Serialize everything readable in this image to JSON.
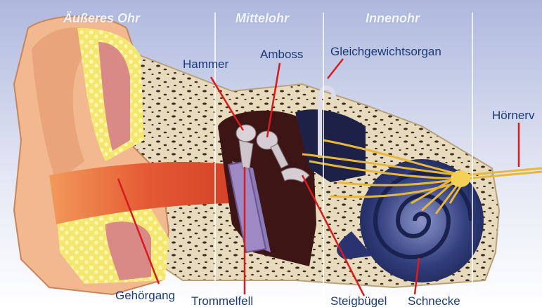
{
  "sections": {
    "outer": "Äußeres Ohr",
    "middle": "Mittelohr",
    "inner": "Innenohr"
  },
  "labels": {
    "hammer": "Hammer",
    "amboss": "Amboss",
    "gleichgewicht": "Gleichgewichtsorgan",
    "hoernerv": "Hörnerv",
    "gehoergang": "Gehörgang",
    "trommelfell": "Trommelfell",
    "steigbuegel": "Steigbügel",
    "schnecke": "Schnecke"
  },
  "colors": {
    "sky_top": "#b7c0e2",
    "bone": "#e9dcc0",
    "bone_spots": "#3a2e22",
    "skin": "#f0b48a",
    "canal": "#e8593a",
    "fat": "#f2e46a",
    "muscle": "#d98a86",
    "cochlea": "#2f3d7a",
    "nerve": "#e7b73c",
    "pointer": "#d81c1c",
    "label": "#1d3a78"
  }
}
